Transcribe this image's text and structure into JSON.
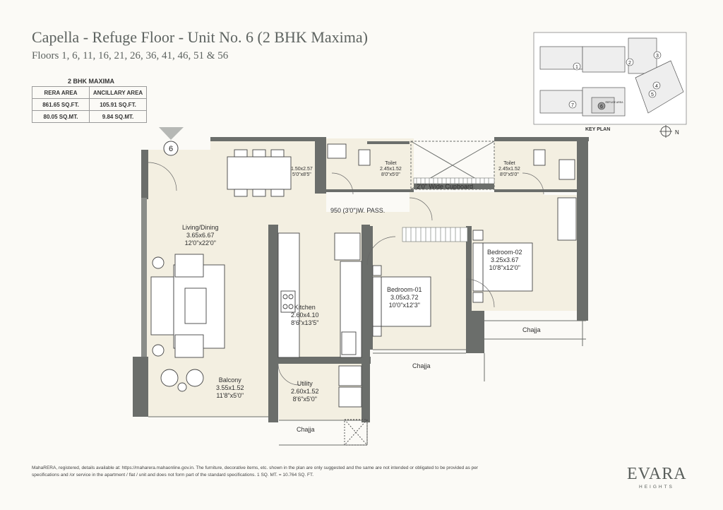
{
  "header": {
    "title": "Capella - Refuge Floor - Unit No. 6 (2 BHK Maxima)",
    "subtitle": "Floors 1, 6, 11, 16, 21, 26, 36, 41, 46, 51 & 56"
  },
  "area_table": {
    "caption": "2 BHK MAXIMA",
    "headers": [
      "RERA AREA",
      "ANCILLARY AREA"
    ],
    "rows": [
      [
        "861.65 SQ.FT.",
        "105.91 SQ.FT."
      ],
      [
        "80.05 SQ.MT.",
        "9.84 SQ.MT."
      ]
    ]
  },
  "unit_marker": "6",
  "rooms": {
    "living": {
      "name": "Living/Dining",
      "metric": "3.65x6.67",
      "imperial": "12'0\"x22'0\""
    },
    "kitchen": {
      "name": "Kitchen",
      "metric": "2.60x4.10",
      "imperial": "8'6\"x13'5\""
    },
    "balcony": {
      "name": "Balcony",
      "metric": "3.55x1.52",
      "imperial": "11'8\"x5'0\""
    },
    "utility": {
      "name": "Utility",
      "metric": "2.60x1.52",
      "imperial": "8'6\"x5'0\""
    },
    "bedroom1": {
      "name": "Bedroom-01",
      "metric": "3.05x3.72",
      "imperial": "10'0\"x12'3\""
    },
    "bedroom2": {
      "name": "Bedroom-02",
      "metric": "3.25x3.67",
      "imperial": "10'8\"x12'0\""
    },
    "toilet1": {
      "name": "Toilet",
      "metric": "2.45x1.52",
      "imperial": "8'0\"x5'0\""
    },
    "toilet2": {
      "name": "Toilet",
      "metric": "2.45x1.52",
      "imperial": "8'0\"x5'0\""
    },
    "dining_note": {
      "metric": "1.50x2.57",
      "imperial": "5'0\"x8'5\""
    }
  },
  "annotations": {
    "passage": "950 (3'0\")W. PASS.",
    "cupboard": "2'0\" Wide Cupboard",
    "chajja_right": "Chajja",
    "chajja_middle": "Chajja",
    "chajja_bottom": "Chajja"
  },
  "key_plan": {
    "caption": "KEY PLAN",
    "units": [
      "1",
      "2",
      "3",
      "4",
      "5",
      "6",
      "7"
    ],
    "refuge_label": "REFUGE AREA",
    "compass": "N"
  },
  "footer": {
    "disclaimer": "MahaRERA, registered, details available at: https://maharera.mahaonline.gov.in. The furniture, decorative items, etc. shown in the plan are only suggested and the same are not intended or obligated to be provided as per specifications and /or service in the apartment / flat / unit and does not form part of the standard specifications. 1 SQ. MT. = 10.764 SQ. FT.",
    "logo": "EVARA",
    "logo_sub": "HEIGHTS"
  },
  "colors": {
    "floor": "#f3efe1",
    "wall": "#6b6e6b",
    "text": "#5d6360"
  }
}
